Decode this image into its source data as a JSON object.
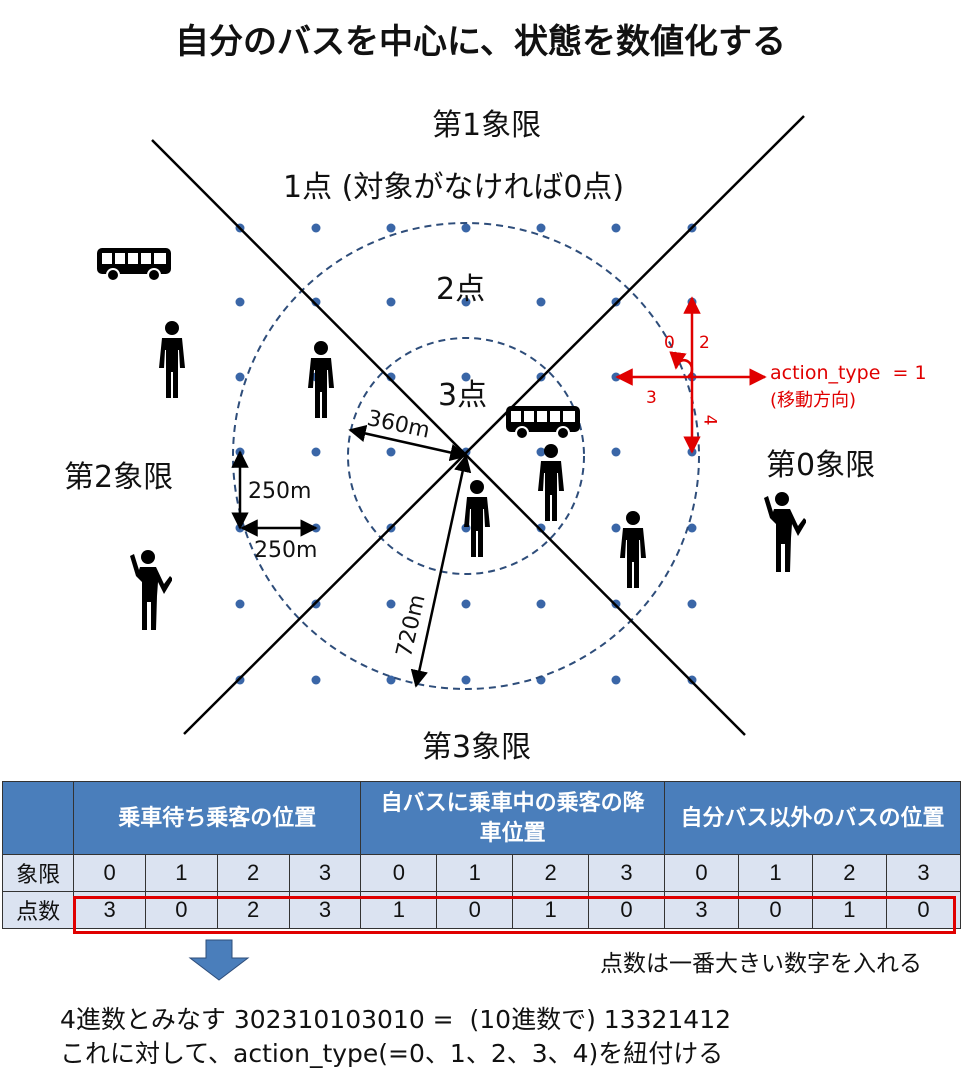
{
  "title": "自分のバスを中心に、状態を数値化する",
  "quadrants": {
    "q0": "第0象限",
    "q1": "第1象限",
    "q2": "第2象限",
    "q3": "第3象限"
  },
  "zones": {
    "outer": "1点 (対象がなければ0点)",
    "middle": "2点",
    "inner": "3点"
  },
  "distances": {
    "inner_radius": "360m",
    "outer_radius": "720m",
    "grid_vertical": "250m",
    "grid_horizontal": "250m"
  },
  "action": {
    "label": "action_type  = 1",
    "sublabel": "(移動方向)",
    "dir_stay": "0",
    "dir_up": "2",
    "dir_left": "3",
    "dir_down": "4",
    "color": "#e00000"
  },
  "table": {
    "headers": [
      "乗車待ち乗客の位置",
      "自バスに乗車中の乗客の降車位置",
      "自分バス以外のバスの位置"
    ],
    "header_color": "#4a7ebb",
    "row_label_quadrant": "象限",
    "row_label_points": "点数",
    "quadrants": [
      "0",
      "1",
      "2",
      "3",
      "0",
      "1",
      "2",
      "3",
      "0",
      "1",
      "2",
      "3"
    ],
    "points": [
      "3",
      "0",
      "2",
      "3",
      "1",
      "0",
      "1",
      "0",
      "3",
      "0",
      "1",
      "0"
    ]
  },
  "note": "点数は一番大きい数字を入れる",
  "conclusion_line1": "4進数とみなす 302310103010 =  (10進数で) 13321412",
  "conclusion_line2": "これに対して、action_type(=0、1、2、3、4)を紐付ける",
  "icons": [
    "bus-icon",
    "person-icon",
    "waving-person-icon",
    "down-arrow-icon"
  ]
}
